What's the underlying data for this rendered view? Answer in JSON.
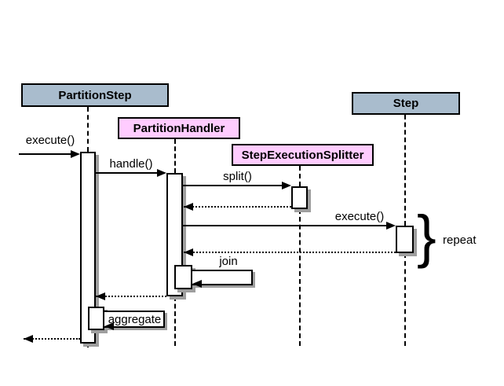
{
  "diagram_type": "uml-sequence",
  "actors": {
    "partition_step": "PartitionStep",
    "partition_handler": "PartitionHandler",
    "step_execution_splitter": "StepExecutionSplitter",
    "step": "Step"
  },
  "messages": {
    "execute_1": "execute()",
    "handle": "handle()",
    "split": "split()",
    "execute_2": "execute()",
    "join": "join",
    "aggregate": "aggregate"
  },
  "annotations": {
    "repeat_brace": "}",
    "repeat": "repeat"
  },
  "colors": {
    "actor_blue": "#a9bccd",
    "actor_pink": "#ffccff",
    "shadow": "#9e9e9e",
    "line": "#000000",
    "background": "#ffffff"
  }
}
